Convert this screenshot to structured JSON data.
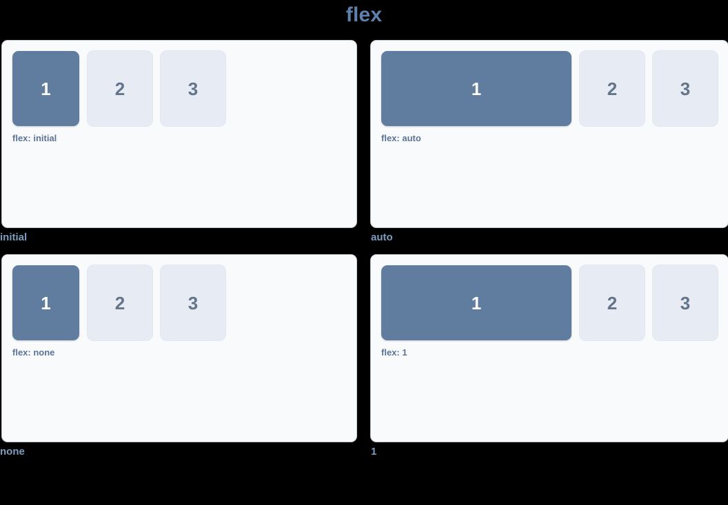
{
  "title": "flex",
  "theme": {
    "background": "#000000",
    "title_color": "#5e81ab",
    "panel_background": "#f9fafc",
    "primary_box": "#607d9f",
    "muted_box": "#e7ebf4",
    "muted_box_text": "#64748b",
    "flex_label_color": "#5a7494",
    "caption_color": "#7e9cc0"
  },
  "demos": [
    {
      "id": "initial",
      "flex_label": "flex: initial",
      "caption": "initial",
      "boxes": [
        {
          "label": "1",
          "style": "primary"
        },
        {
          "label": "2",
          "style": "muted"
        },
        {
          "label": "3",
          "style": "muted"
        }
      ]
    },
    {
      "id": "auto",
      "flex_label": "flex: auto",
      "caption": "auto",
      "boxes": [
        {
          "label": "1",
          "style": "primary"
        },
        {
          "label": "2",
          "style": "muted"
        },
        {
          "label": "3",
          "style": "muted"
        }
      ]
    },
    {
      "id": "none",
      "flex_label": "flex: none",
      "caption": "none",
      "boxes": [
        {
          "label": "1",
          "style": "primary"
        },
        {
          "label": "2",
          "style": "muted"
        },
        {
          "label": "3",
          "style": "muted"
        }
      ]
    },
    {
      "id": "one",
      "flex_label": "flex: 1",
      "caption": "1",
      "boxes": [
        {
          "label": "1",
          "style": "primary"
        },
        {
          "label": "2",
          "style": "muted"
        },
        {
          "label": "3",
          "style": "muted"
        }
      ]
    }
  ]
}
